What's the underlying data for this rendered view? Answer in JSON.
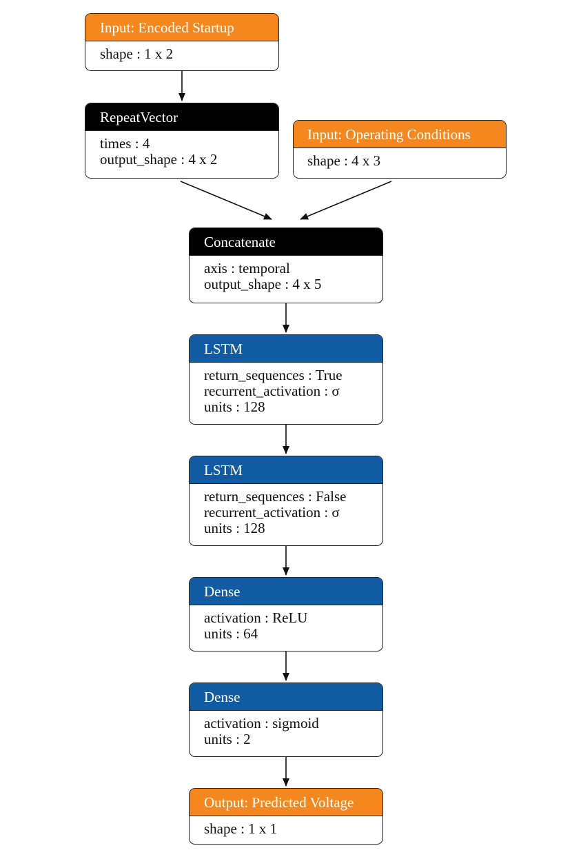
{
  "colors": {
    "input": "#f5871f",
    "op": "#000000",
    "layer": "#115ba3"
  },
  "nodes": [
    {
      "title": "Input: Encoded Startup",
      "kind": "input",
      "props": [
        "shape : 1 x 2"
      ]
    },
    {
      "title": "RepeatVector",
      "kind": "op",
      "props": [
        "times : 4",
        "output_shape : 4 x 2"
      ]
    },
    {
      "title": "Input: Operating Conditions",
      "kind": "input",
      "props": [
        "shape : 4 x 3"
      ]
    },
    {
      "title": "Concatenate",
      "kind": "op",
      "props": [
        "axis : temporal",
        "output_shape : 4 x 5"
      ]
    },
    {
      "title": "LSTM",
      "kind": "layer",
      "props": [
        "return_sequences : True",
        "recurrent_activation : σ",
        "units : 128"
      ]
    },
    {
      "title": "LSTM",
      "kind": "layer",
      "props": [
        "return_sequences : False",
        "recurrent_activation : σ",
        "units : 128"
      ]
    },
    {
      "title": "Dense",
      "kind": "layer",
      "props": [
        "activation : ReLU",
        "units : 64"
      ]
    },
    {
      "title": "Dense",
      "kind": "layer",
      "props": [
        "activation : sigmoid",
        "units : 2"
      ]
    },
    {
      "title": "Output: Predicted Voltage",
      "kind": "input",
      "props": [
        "shape : 1 x 1"
      ]
    }
  ],
  "edges": [
    [
      0,
      1
    ],
    [
      1,
      3
    ],
    [
      2,
      3
    ],
    [
      3,
      4
    ],
    [
      4,
      5
    ],
    [
      5,
      6
    ],
    [
      6,
      7
    ],
    [
      7,
      8
    ]
  ]
}
